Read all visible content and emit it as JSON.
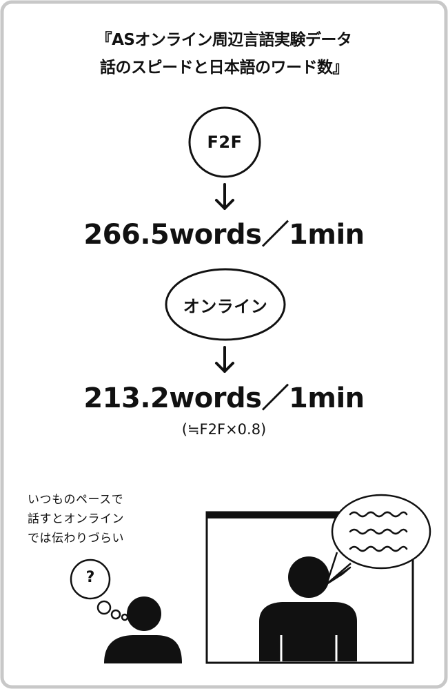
{
  "title": {
    "line1": "『ASオンライン周辺言語実験データ",
    "line2": "話のスピードと日本語のワード数』"
  },
  "f2f": {
    "label": "F2F",
    "rate": "266.5words／1min"
  },
  "online": {
    "label": "オンライン",
    "rate": "213.2words／1min",
    "ratio_note": "(≒F2F×0.8)"
  },
  "illustration": {
    "caption_lines": [
      "いつものペースで",
      "話すとオンライン",
      "では伝わりづらい"
    ],
    "thought_mark": "?"
  }
}
